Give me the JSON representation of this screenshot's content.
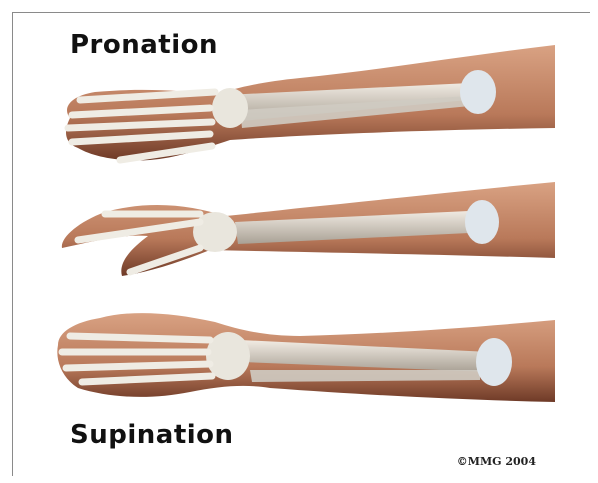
{
  "labels": {
    "top": "Pronation",
    "bottom": "Supination"
  },
  "copyright": "©MMG 2004",
  "colors": {
    "skin": "#c88c6a",
    "skin_shadow": "#7a4530",
    "bone": "#e6e2d8",
    "bone_shadow": "#a9a49a",
    "joint": "#d7e2ec"
  },
  "illustrations": [
    {
      "name": "pronated-forearm",
      "pose": "pronation"
    },
    {
      "name": "mid-rotation-forearm",
      "pose": "neutral"
    },
    {
      "name": "supinated-forearm",
      "pose": "supination"
    }
  ]
}
